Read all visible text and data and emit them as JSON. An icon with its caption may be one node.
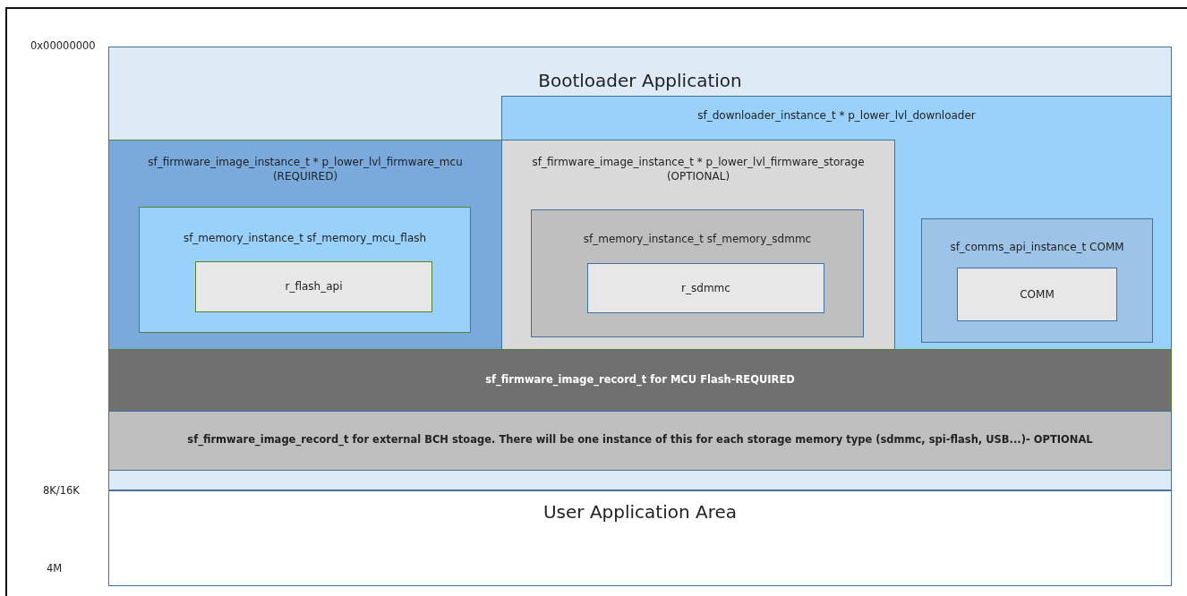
{
  "diagram": {
    "nodes": [
      {
        "text": [
          "Bootloader Application"
        ]
      },
      {
        "text": [
          "sf_firmware_image_instance_t * p_lower_lvl_firmware_mcu (REQUIRED)"
        ],
        "in": 0
      },
      {
        "text": [
          "sf_memory_instance_t sf_memory_mcu_flash"
        ],
        "in": 1
      },
      {
        "text": [
          "r_flash_api"
        ],
        "in": 2
      },
      {
        "text": [
          "sf_downloader_instance_t * p_lower_lvl_downloader"
        ],
        "in": 0
      },
      {
        "text": [
          "sf_firmware_image_instance_t * p_lower_lvl_firmware_storage (OPTIONAL)"
        ],
        "in": 4
      },
      {
        "text": [
          "sf_memory_instance_t sf_memory_sdmmc"
        ],
        "in": 5
      },
      {
        "text": [
          "r_sdmmc"
        ],
        "in": 6
      },
      {
        "text": [
          "sf_comms_api_instance_t COMM"
        ],
        "in": 4
      },
      {
        "text": [
          "COMM"
        ],
        "in": 8
      },
      {
        "text": [
          "sf_firmware_image_record_t for MCU Flash-REQUIRED"
        ],
        "in": 0
      },
      {
        "text": [
          "sf_firmware_image_record_t for external BCH stoage. There will be one instance of this for each storage memory type (sdmmc, spi-flash, USB...)- OPTIONAL"
        ],
        "in": 0
      },
      {
        "text": [
          "User Application Area"
        ]
      }
    ],
    "edges": [],
    "labels": [
      "0x00000000",
      "8K/16K",
      "4M"
    ]
  }
}
